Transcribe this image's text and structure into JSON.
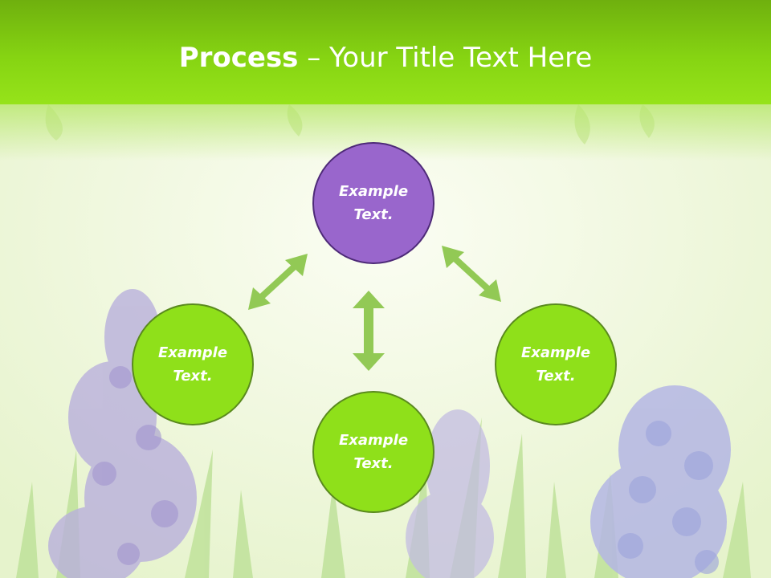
{
  "title": {
    "bold": "Process",
    "rest": " – Your Title Text Here"
  },
  "nodes": {
    "top": "Example\nText.",
    "left": "Example\nText.",
    "right": "Example\nText.",
    "bottom": "Example\nText."
  },
  "colors": {
    "header": "#86d412",
    "node_top": "#9966cc",
    "node_other": "#8fe01a",
    "arrow": "#92c955"
  }
}
